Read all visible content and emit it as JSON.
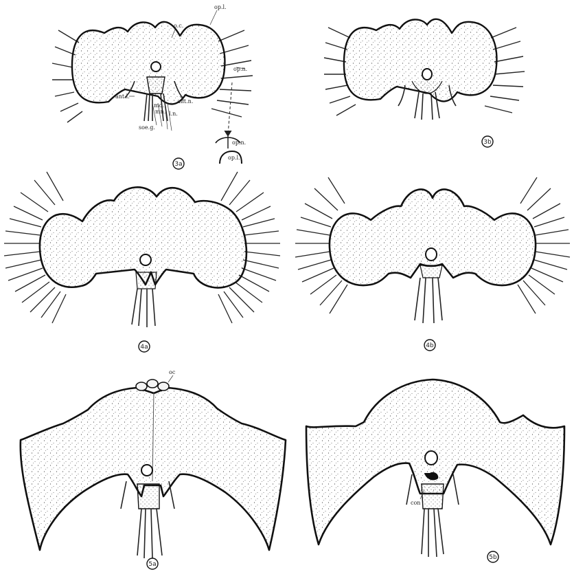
{
  "figures": {
    "f3a": {
      "id": "3a",
      "labels": {
        "oc": "o.c.",
        "opl": "op.l.",
        "antl": "ant.l.",
        "antn": "ant.n.",
        "md": "md.",
        "mn": "mn.",
        "lr": "l.n.",
        "soeg": "soe.g.",
        "opn": "op.n.",
        "opn2": "op.n.",
        "opl2": "op.l."
      }
    },
    "f3b": {
      "id": "3b"
    },
    "f4a": {
      "id": "4a"
    },
    "f4b": {
      "id": "4b"
    },
    "f5a": {
      "id": "5a",
      "labels": {
        "oc": "oc"
      }
    },
    "f5b": {
      "id": "5b",
      "labels": {
        "con": "con"
      }
    }
  },
  "colors": {
    "ink": "#1a1a1a",
    "paper": "#ffffff"
  }
}
